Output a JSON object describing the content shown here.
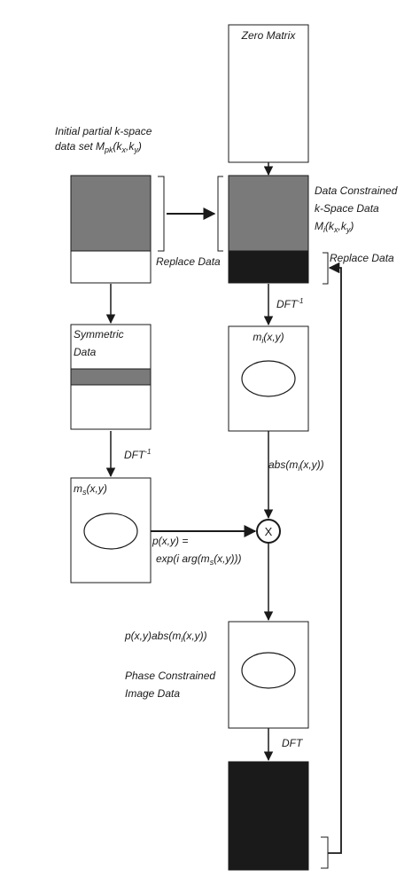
{
  "colors": {
    "gray": "#7a7a7a",
    "black": "#1a1a1a",
    "line": "#1a1a1a",
    "white": "#ffffff"
  },
  "labels": {
    "zero_matrix": "Zero Matrix",
    "initial_line1": "Initial partial k-space",
    "initial_line2_pre": "data set M",
    "initial_line2_sub": "pk",
    "initial_line2_args": "(k",
    "initial_line2_kx_sub": "x",
    "initial_line2_mid": ",k",
    "initial_line2_ky_sub": "y",
    "initial_line2_end": ")",
    "data_constrained_line1": "Data Constrained",
    "data_constrained_line2": "k-Space Data",
    "data_constrained_line3_pre": "M",
    "data_constrained_line3_sub": "i",
    "data_constrained_line3_args": "(k",
    "data_constrained_line3_kx_sub": "x",
    "data_constrained_line3_mid": ",k",
    "data_constrained_line3_ky_sub": "y",
    "data_constrained_line3_end": ")",
    "replace_data_left": "Replace Data",
    "replace_data_right": "Replace Data",
    "symmetric_line1": "Symmetric",
    "symmetric_line2": "Data",
    "dft_inv_left": "DFT",
    "dft_inv_left_sup": "-1",
    "dft_inv_right": "DFT",
    "dft_inv_right_sup": "-1",
    "mi_pre": "m",
    "mi_sub": "i",
    "mi_args": "(x,y)",
    "ms_pre": "m",
    "ms_sub": "s",
    "ms_args": "(x,y)",
    "abs_mi_pre": "abs(m",
    "abs_mi_sub": "i",
    "abs_mi_end": "(x,y))",
    "multiply_symbol": "X",
    "pxy_line1": "p(x,y) =",
    "pxy_line2_pre": "exp(i arg(m",
    "pxy_line2_sub": "s",
    "pxy_line2_end": "(x,y)))",
    "pabs_pre": "p(x,y)abs(m",
    "pabs_sub": "i",
    "pabs_end": "(x,y))",
    "phase_line1": "Phase Constrained",
    "phase_line2": "Image Data",
    "dft": "DFT"
  }
}
